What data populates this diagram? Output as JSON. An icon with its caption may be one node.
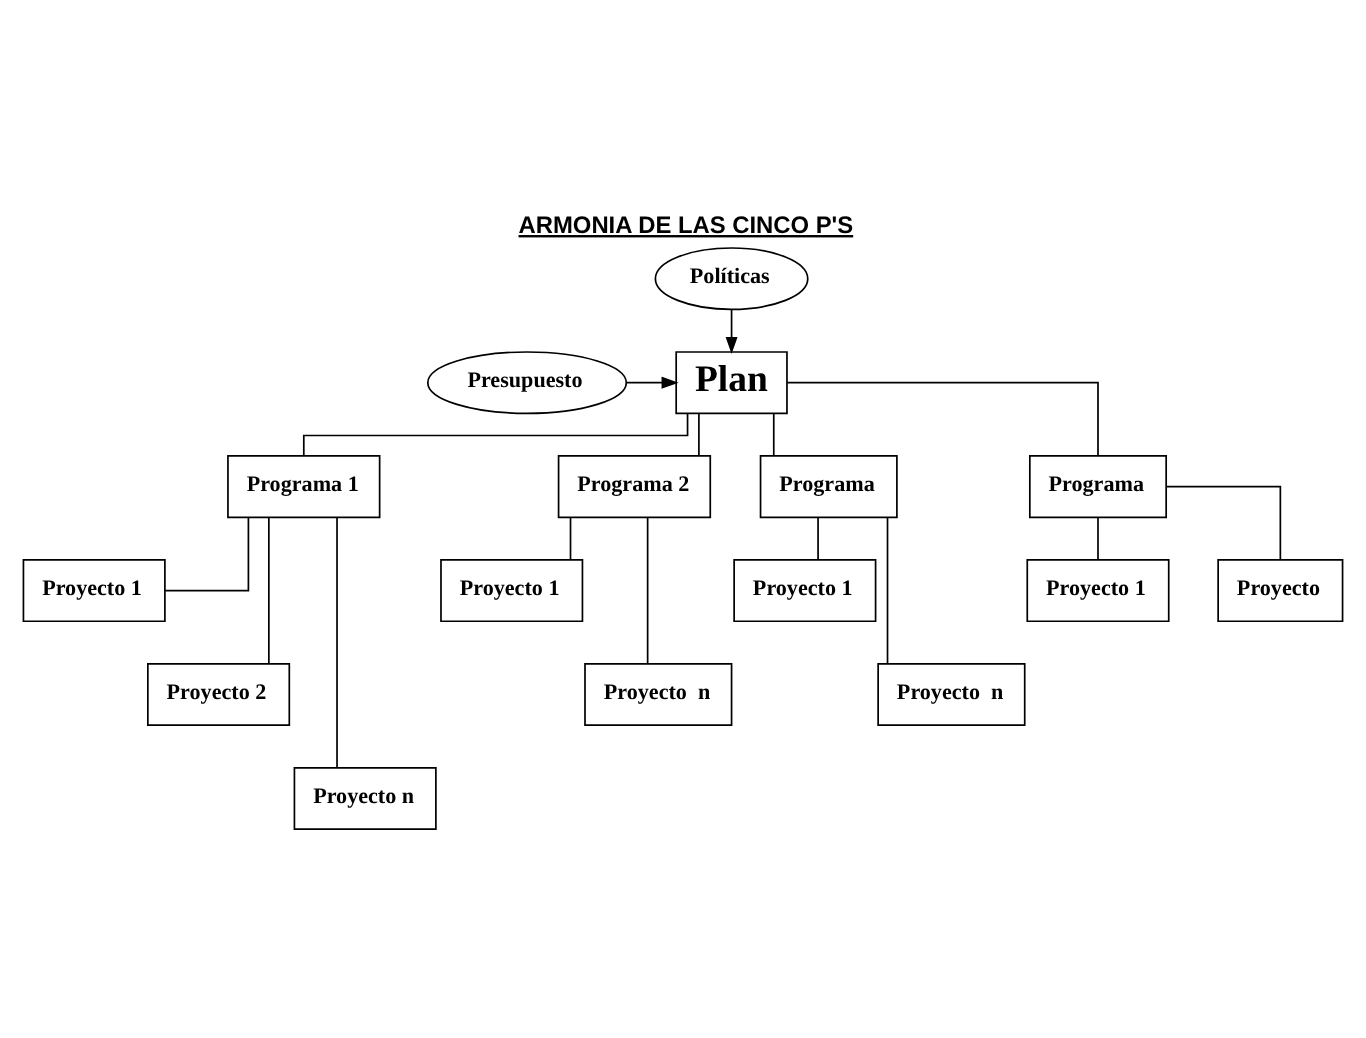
{
  "diagram": {
    "title": "ARMONIA DE LAS CINCO P'S",
    "nodes": [
      {
        "text": [
          "Políticas"
        ]
      },
      {
        "text": [
          "Presupuesto"
        ]
      },
      {
        "text": [
          "Plan"
        ]
      },
      {
        "text": [
          "Programa 1"
        ]
      },
      {
        "text": [
          "Programa 2"
        ]
      },
      {
        "text": [
          "Programa"
        ]
      },
      {
        "text": [
          "Programa"
        ]
      },
      {
        "text": [
          "Proyecto 1"
        ]
      },
      {
        "text": [
          "Proyecto 2"
        ]
      },
      {
        "text": [
          "Proyecto n"
        ]
      },
      {
        "text": [
          "Proyecto 1"
        ]
      },
      {
        "text": [
          "Proyecto  n"
        ]
      },
      {
        "text": [
          "Proyecto 1"
        ]
      },
      {
        "text": [
          "Proyecto  n"
        ]
      },
      {
        "text": [
          "Proyecto 1"
        ]
      },
      {
        "text": [
          "Proyecto"
        ]
      }
    ],
    "edges": [
      {
        "from": 0,
        "to": 2,
        "arrow": "to"
      },
      {
        "from": 1,
        "to": 2,
        "arrow": "to"
      },
      {
        "from": 2,
        "to": 3,
        "arrow": "none"
      },
      {
        "from": 2,
        "to": 4,
        "arrow": "none"
      },
      {
        "from": 2,
        "to": 5,
        "arrow": "none"
      },
      {
        "from": 2,
        "to": 6,
        "arrow": "none"
      },
      {
        "from": 3,
        "to": 7,
        "arrow": "none"
      },
      {
        "from": 3,
        "to": 8,
        "arrow": "none"
      },
      {
        "from": 3,
        "to": 9,
        "arrow": "none"
      },
      {
        "from": 4,
        "to": 10,
        "arrow": "none"
      },
      {
        "from": 4,
        "to": 11,
        "arrow": "none"
      },
      {
        "from": 5,
        "to": 12,
        "arrow": "none"
      },
      {
        "from": 5,
        "to": 13,
        "arrow": "none"
      },
      {
        "from": 6,
        "to": 14,
        "arrow": "none"
      },
      {
        "from": 6,
        "to": 15,
        "arrow": "none"
      }
    ]
  }
}
